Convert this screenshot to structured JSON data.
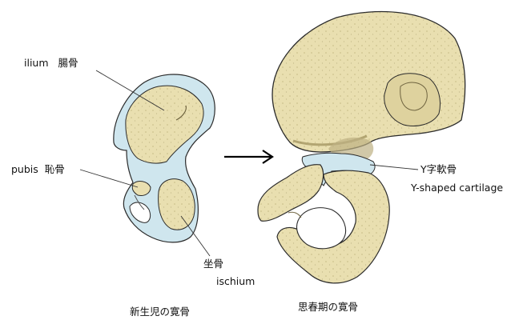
{
  "labels": {
    "ilium": {
      "en": "ilium",
      "jp": "腸骨"
    },
    "pubis": {
      "en": "pubis",
      "jp": "恥骨"
    },
    "ischium": {
      "jp": "坐骨",
      "en": "ischium"
    },
    "y_cartilage": {
      "jp": "Y字軟骨",
      "en": "Y-shaped cartilage"
    }
  },
  "captions": {
    "newborn": "新生児の寛骨",
    "adolescent": "思春期の寛骨"
  },
  "colors": {
    "bone": "#e9dfb0",
    "bone_shadow": "#b7a86f",
    "cartilage": "#cfe6ee",
    "outline": "#2a2a2a",
    "arrow": "#000000"
  },
  "icons": {
    "transition": "right-arrow-icon"
  }
}
